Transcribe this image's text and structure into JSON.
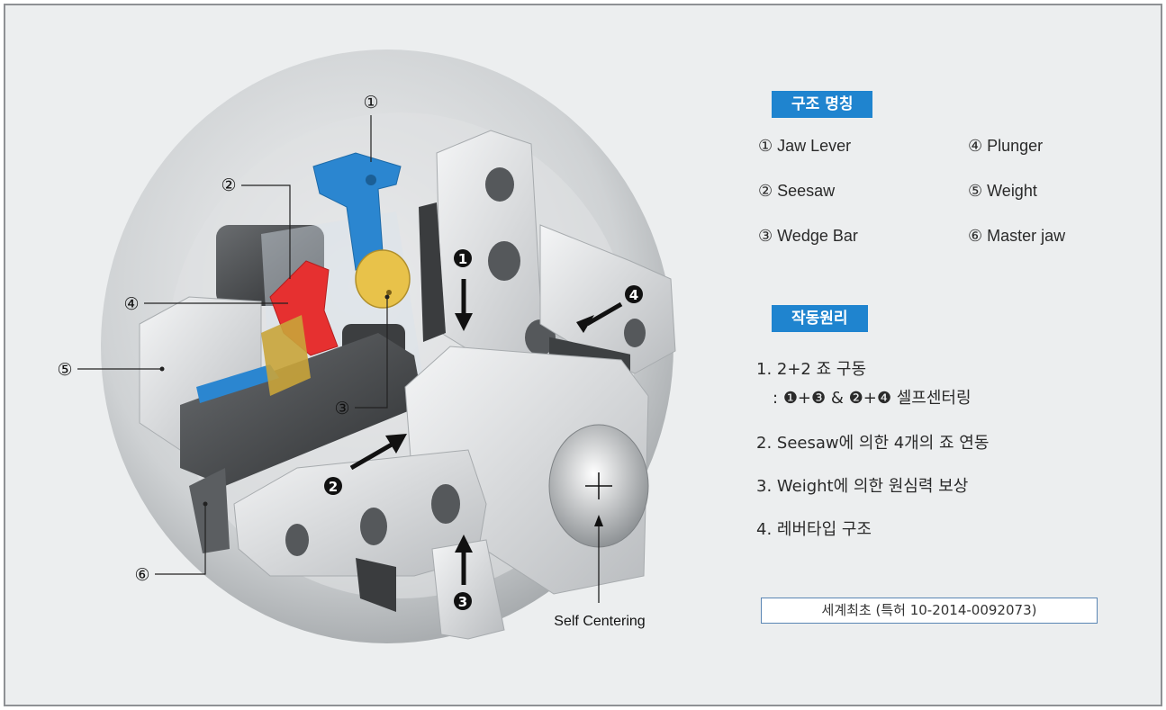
{
  "diagram": {
    "callouts": [
      "①",
      "②",
      "③",
      "④",
      "⑤",
      "⑥"
    ],
    "badges": [
      "1",
      "2",
      "3",
      "4"
    ],
    "self_centering_label": "Self Centering"
  },
  "structure": {
    "heading": "구조 명칭",
    "parts": [
      "① Jaw Lever",
      "② Seesaw",
      "③ Wedge Bar",
      "④ Plunger",
      "⑤ Weight",
      "⑥ Master jaw"
    ]
  },
  "principle": {
    "heading": "작동원리",
    "lines": [
      "1. 2+2 죠 구동",
      ": ❶+❸ & ❷+❹ 셀프센터링",
      "2. Seesaw에 의한 4개의 죠 연동",
      "3. Weight에 의한 원심력 보상",
      "4. 레버타입 구조"
    ]
  },
  "patent_note": "세계최초 (특허 10-2014-0092073)",
  "colors": {
    "heading_bg": "#1f84cf",
    "jaw_lever": "#2b86d0",
    "seesaw": "#e63030",
    "plunger": "#e8c24a",
    "body": "#d9dbdd"
  }
}
